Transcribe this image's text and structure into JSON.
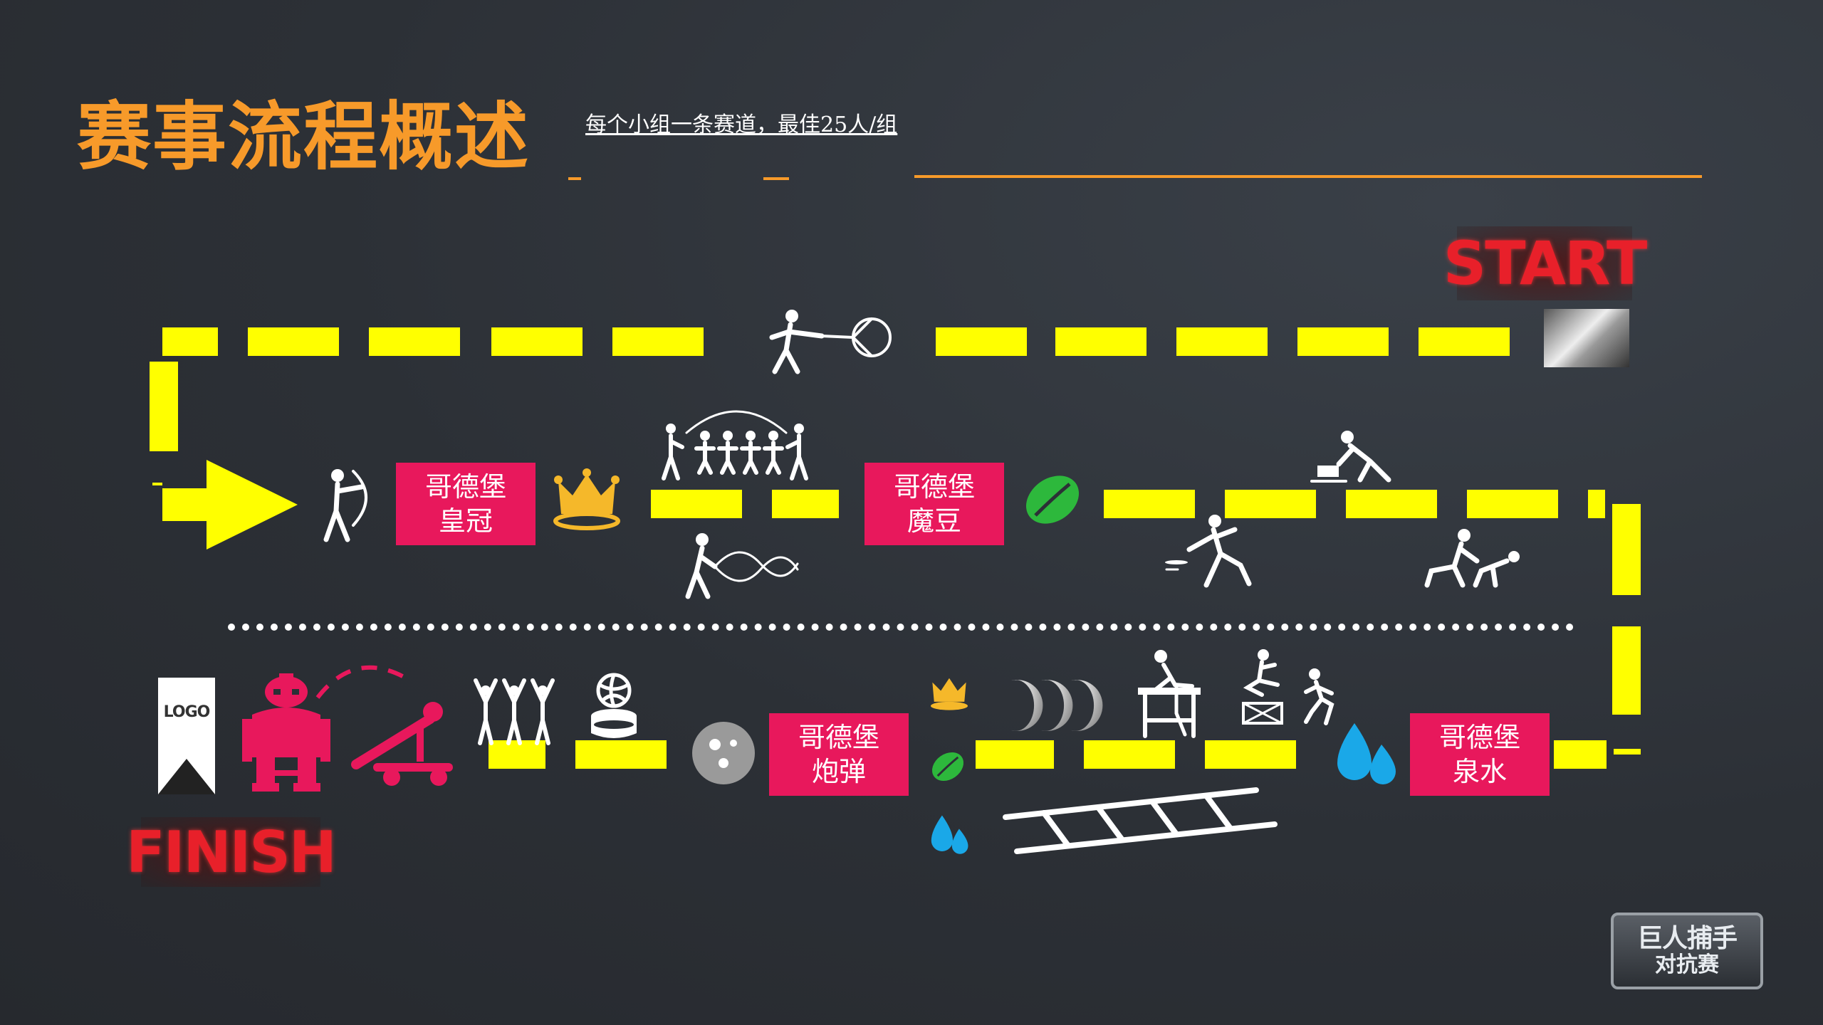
{
  "slide": {
    "title": "赛事流程概述",
    "subtitle": "每个小组一条赛道，最佳25人/组"
  },
  "markers": {
    "start": "START",
    "finish": "FINISH",
    "logo_placeholder": "LOGO"
  },
  "stations": [
    {
      "line1": "哥德堡",
      "line2": "皇冠"
    },
    {
      "line1": "哥德堡",
      "line2": "魔豆"
    },
    {
      "line1": "哥德堡",
      "line2": "炮弹"
    },
    {
      "line1": "哥德堡",
      "line2": "泉水"
    }
  ],
  "brand": {
    "logo_line1": "巨人捕手",
    "logo_line2": "对抗赛"
  },
  "colors": {
    "accent_orange": "#f79a2a",
    "track_yellow": "#ffff00",
    "station_pink": "#e8185c",
    "crown_gold": "#f5b82a",
    "bean_green": "#2db83c",
    "water_blue": "#1aa8e8"
  },
  "icons": [
    "archer-icon",
    "crown-icon",
    "jump-rope-group-icon",
    "rope-wave-icon",
    "bean-icon",
    "sled-push-icon",
    "tug-rope-icon",
    "frisbee-throw-icon",
    "crawl-push-icon",
    "water-drop-icon",
    "cannonball-icon",
    "ladder-icon",
    "robot-giant-icon",
    "catapult-icon",
    "cheering-group-icon",
    "ball-basket-icon",
    "table-climb-icon",
    "box-jump-icon",
    "runner-icon"
  ]
}
